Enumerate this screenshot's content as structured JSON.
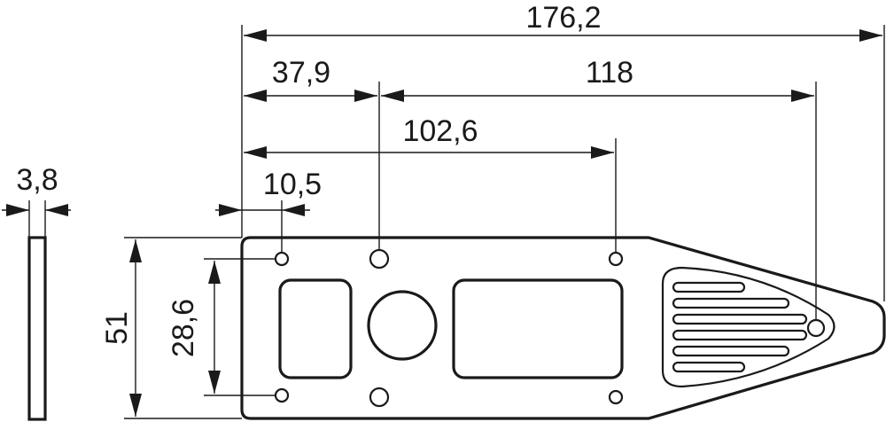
{
  "dimensions": {
    "overall_length": "176,2",
    "first_hole_offset": "37,9",
    "hole_to_tip": "118",
    "hole_spacing": "102,6",
    "edge_to_hole": "10,5",
    "thickness": "3,8",
    "width": "51",
    "hole_vertical_spacing": "28,6"
  }
}
